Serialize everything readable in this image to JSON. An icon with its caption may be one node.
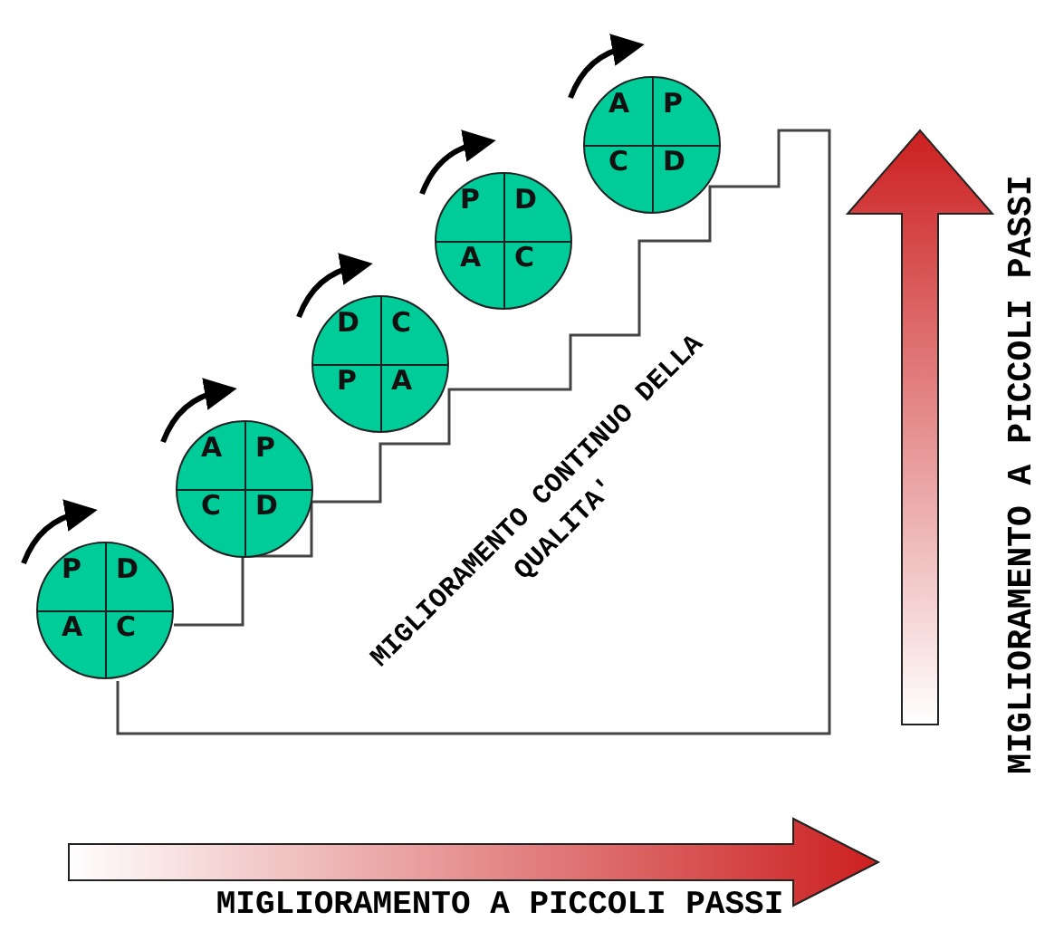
{
  "diagram": {
    "nodes": [
      {
        "text": [
          "P",
          "D",
          "A",
          "C"
        ]
      },
      {
        "text": [
          "A",
          "P",
          "C",
          "D"
        ]
      },
      {
        "text": [
          "D",
          "C",
          "P",
          "A"
        ]
      },
      {
        "text": [
          "P",
          "D",
          "A",
          "C"
        ]
      },
      {
        "text": [
          "A",
          "P",
          "C",
          "D"
        ]
      }
    ],
    "edges": [],
    "labels": [
      "MIGLIORAMENTO CONTINUO DELLA QUALITA'",
      "MIGLIORAMENTO A PICCOLI PASSI",
      "MIGLIORAMENTO A PICCOLI PASSI"
    ]
  }
}
